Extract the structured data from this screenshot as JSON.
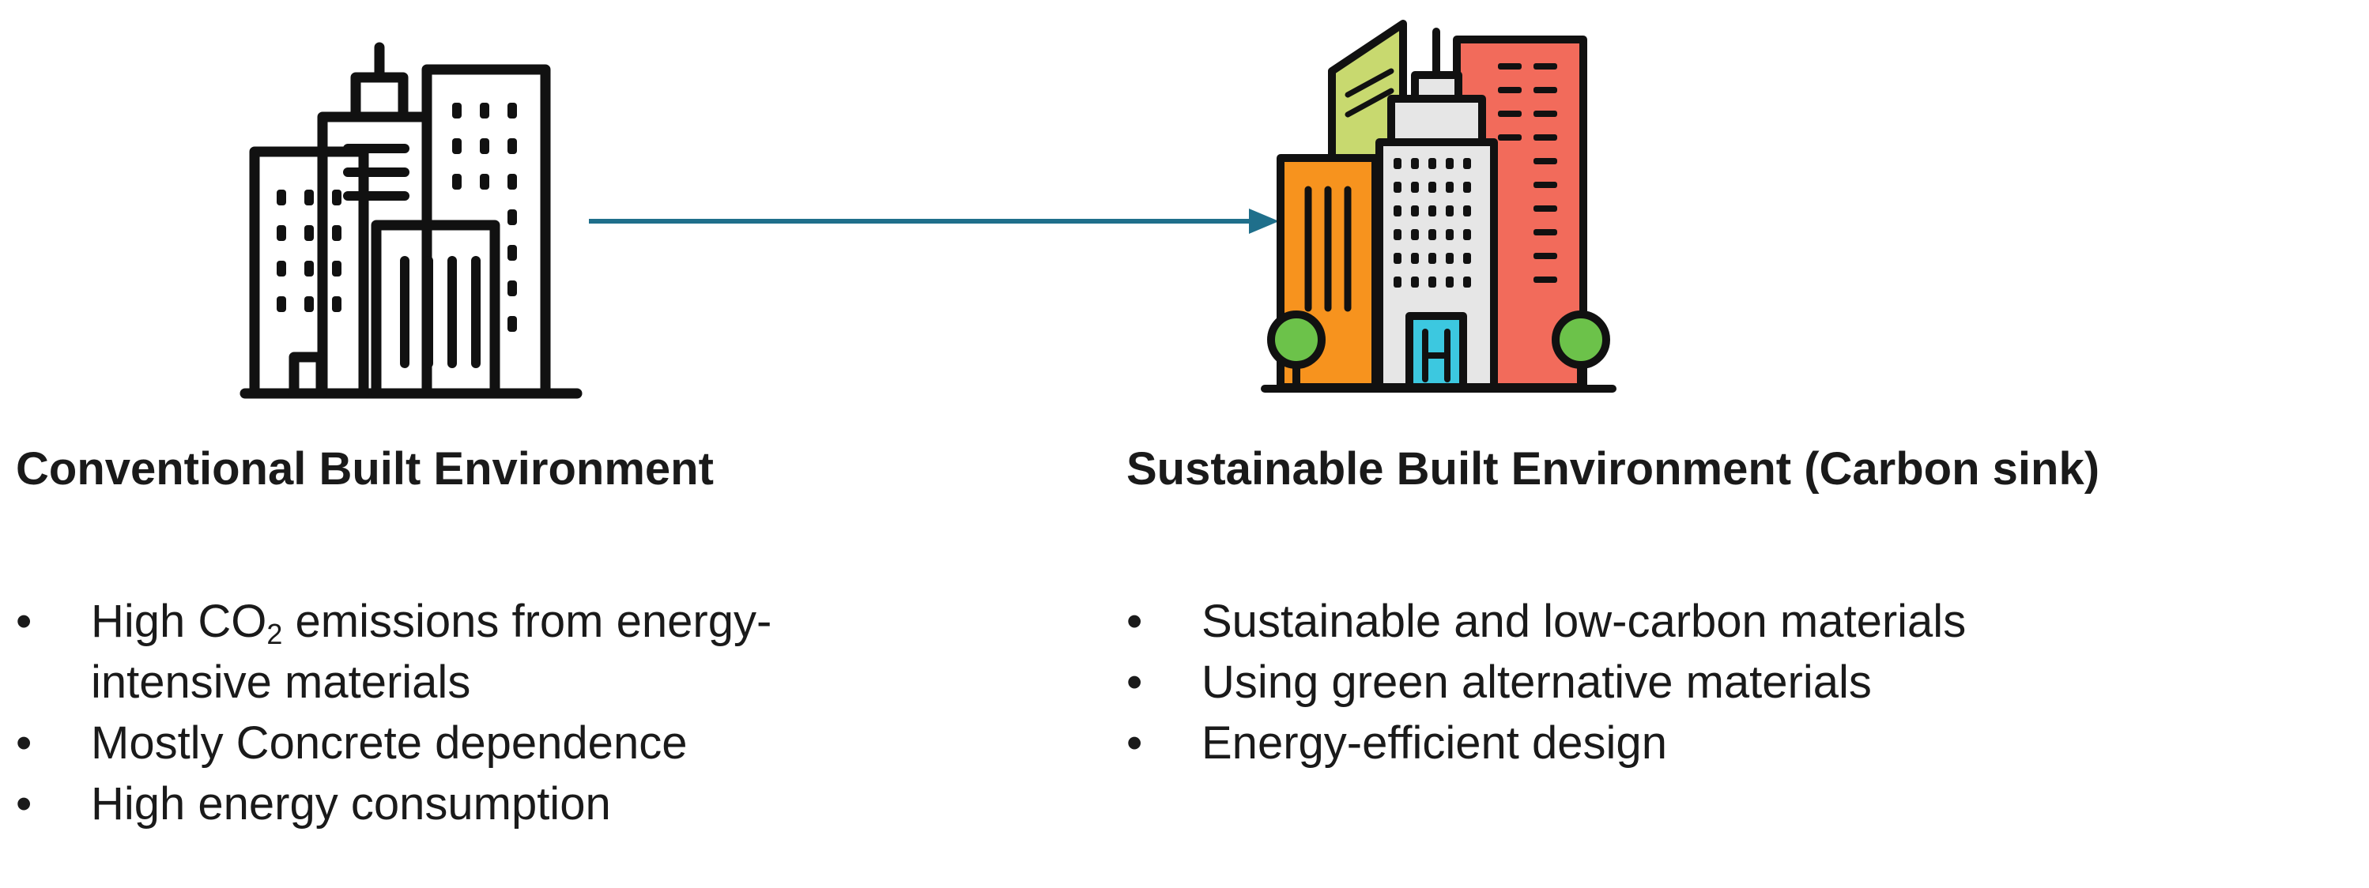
{
  "left": {
    "heading": "Conventional Built Environment",
    "icon": "conventional-city-buildings-icon",
    "bullets": [
      {
        "pre": "High CO",
        "sub": "2",
        "post": " emissions from energy-",
        "line2": "intensive materials"
      },
      {
        "text": "Mostly Concrete dependence"
      },
      {
        "text": "High energy consumption"
      }
    ]
  },
  "right": {
    "heading": "Sustainable Built Environment (Carbon sink)",
    "icon": "sustainable-city-buildings-icon",
    "bullets": [
      {
        "text": "Sustainable and low-carbon materials"
      },
      {
        "text": "Using green alternative materials"
      },
      {
        "text": "Energy-efficient design"
      }
    ]
  },
  "bullet_glyph": "•",
  "colors": {
    "arrow": "#1f6f8b",
    "outline": "#111111",
    "orange": "#f7931e",
    "red": "#f26b5b",
    "green_building": "#c8d96f",
    "tree": "#6cc24a",
    "cyan_door": "#3cc8e0",
    "grey_facade": "#e6e6e6"
  }
}
